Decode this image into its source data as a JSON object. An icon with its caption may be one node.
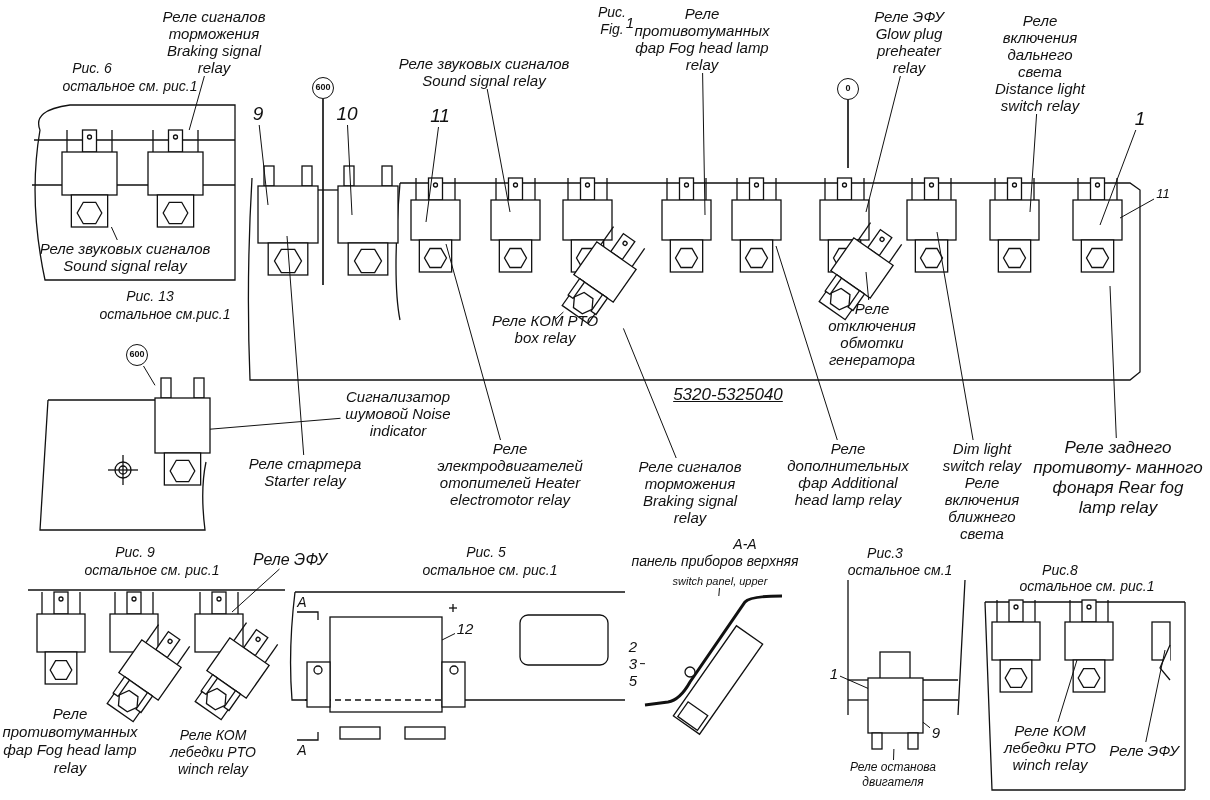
{
  "diagram": {
    "nodes": [
      {
        "text": [
          "Реле сигналов торможения Braking signal relay"
        ]
      },
      {
        "text": [
          "Реле звуковых сигналов Sound signal relay"
        ]
      },
      {
        "text": [
          "9"
        ]
      },
      {
        "text": [
          "10"
        ]
      },
      {
        "text": [
          "11"
        ]
      },
      {
        "text": [
          "600"
        ]
      },
      {
        "text": [
          "Реле звуковых сигналов Sound signal relay"
        ]
      },
      {
        "text": [
          "Реле противотуманных фар Fog head lamp relay"
        ]
      },
      {
        "text": [
          "0"
        ]
      },
      {
        "text": [
          "Реле ЭФУ Glow plug preheater relay"
        ]
      },
      {
        "text": [
          "Реле включения дальнего света Distance light switch relay"
        ]
      },
      {
        "text": [
          "1"
        ]
      },
      {
        "text": [
          "11"
        ]
      },
      {
        "text": [
          "Реле КОМ PTO box relay"
        ]
      },
      {
        "text": [
          "Реле отключения обмотки генератора"
        ]
      },
      {
        "text": [
          "Реле стартера Starter relay"
        ]
      },
      {
        "text": [
          "Реле электродвигателей отопителей Heater electromotor relay"
        ]
      },
      {
        "text": [
          "Реле сигналов торможения Braking signal relay"
        ]
      },
      {
        "text": [
          "Реле дополнительных фар Additional head lamp relay"
        ]
      },
      {
        "text": [
          "Dim light switch relay Реле включения ближнего света"
        ]
      },
      {
        "text": [
          "Реле заднего противоту- манного фонаря Rear fog lamp relay"
        ]
      },
      {
        "text": [
          "600"
        ]
      },
      {
        "text": [
          "Сигнализатор шумовой Noise indicator"
        ]
      },
      {
        "text": [
          "Реле ЭФУ"
        ]
      },
      {
        "text": [
          "12"
        ]
      },
      {
        "text": [
          "switch panel, upper"
        ]
      },
      {
        "text": [
          "2",
          "3",
          "5"
        ]
      },
      {
        "text": [
          "1"
        ]
      },
      {
        "text": [
          "9"
        ]
      },
      {
        "text": [
          "Реле останова двигателя"
        ]
      },
      {
        "text": [
          "Реле КОМ лебедки PTO winch relay"
        ]
      },
      {
        "text": [
          "Реле ЭФУ"
        ]
      },
      {
        "text": [],
        "shape": "picture"
      },
      {
        "text": [],
        "shape": "box"
      },
      {
        "text": [],
        "shape": "box"
      },
      {
        "text": [],
        "shape": "box"
      },
      {
        "text": [],
        "shape": "box"
      },
      {
        "text": [],
        "shape": "box"
      }
    ],
    "edges": [
      {
        "from": 0,
        "to": 35,
        "arrow": "none"
      },
      {
        "from": 1,
        "to": 34,
        "arrow": "none"
      },
      {
        "from": 2,
        "to": null,
        "arrow": "none"
      },
      {
        "from": 3,
        "to": null,
        "arrow": "none"
      },
      {
        "from": 4,
        "to": null,
        "arrow": "none"
      },
      {
        "from": 5,
        "to": null,
        "arrow": "none"
      },
      {
        "from": 6,
        "to": null,
        "arrow": "none"
      },
      {
        "from": 7,
        "to": null,
        "arrow": "none"
      },
      {
        "from": 8,
        "to": null,
        "arrow": "none"
      },
      {
        "from": 9,
        "to": null,
        "arrow": "none"
      },
      {
        "from": 10,
        "to": null,
        "arrow": "none"
      },
      {
        "from": 11,
        "to": null,
        "arrow": "none"
      },
      {
        "from": 12,
        "to": null,
        "arrow": "none"
      },
      {
        "from": 13,
        "to": 36,
        "arrow": "none"
      },
      {
        "from": 14,
        "to": null,
        "arrow": "none"
      },
      {
        "from": 15,
        "to": null,
        "arrow": "none"
      },
      {
        "from": 16,
        "to": null,
        "arrow": "none"
      },
      {
        "from": 17,
        "to": 36,
        "arrow": "none"
      },
      {
        "from": 18,
        "to": null,
        "arrow": "none"
      },
      {
        "from": 19,
        "to": null,
        "arrow": "none"
      },
      {
        "from": 20,
        "to": null,
        "arrow": "none"
      },
      {
        "from": 21,
        "to": 37,
        "arrow": "none"
      },
      {
        "from": 22,
        "to": 37,
        "arrow": "none"
      },
      {
        "from": 23,
        "to": null,
        "arrow": "none"
      },
      {
        "from": 24,
        "to": null,
        "arrow": "none"
      },
      {
        "from": 25,
        "to": 32,
        "arrow": "none"
      },
      {
        "from": 26,
        "to": 32,
        "arrow": "none"
      },
      {
        "from": 27,
        "to": 33,
        "arrow": "none"
      },
      {
        "from": 28,
        "to": 33,
        "arrow": "none"
      },
      {
        "from": 29,
        "to": 33,
        "arrow": "none"
      },
      {
        "from": 30,
        "to": null,
        "arrow": "none"
      },
      {
        "from": 31,
        "to": null,
        "arrow": "none"
      }
    ],
    "labels": [
      "Рис.",
      "Fig.",
      "1",
      "Рис. 6",
      "остальное см. рис.1",
      "Рис. 13",
      "остальное см.рис.1",
      "5320-5325040",
      "Рис. 9",
      "остальное см. рис.1",
      "Рис. 5",
      "остальное см. рис.1",
      "A-A",
      "панель приборов верхняя",
      "Рис.3",
      "остальное см.1",
      "Рис.8",
      "остальное см. рис.1",
      "A",
      "Реле противотуманных фар Fog head lamp relay",
      "Реле КОМ лебедки PTO winch relay",
      "A"
    ]
  }
}
